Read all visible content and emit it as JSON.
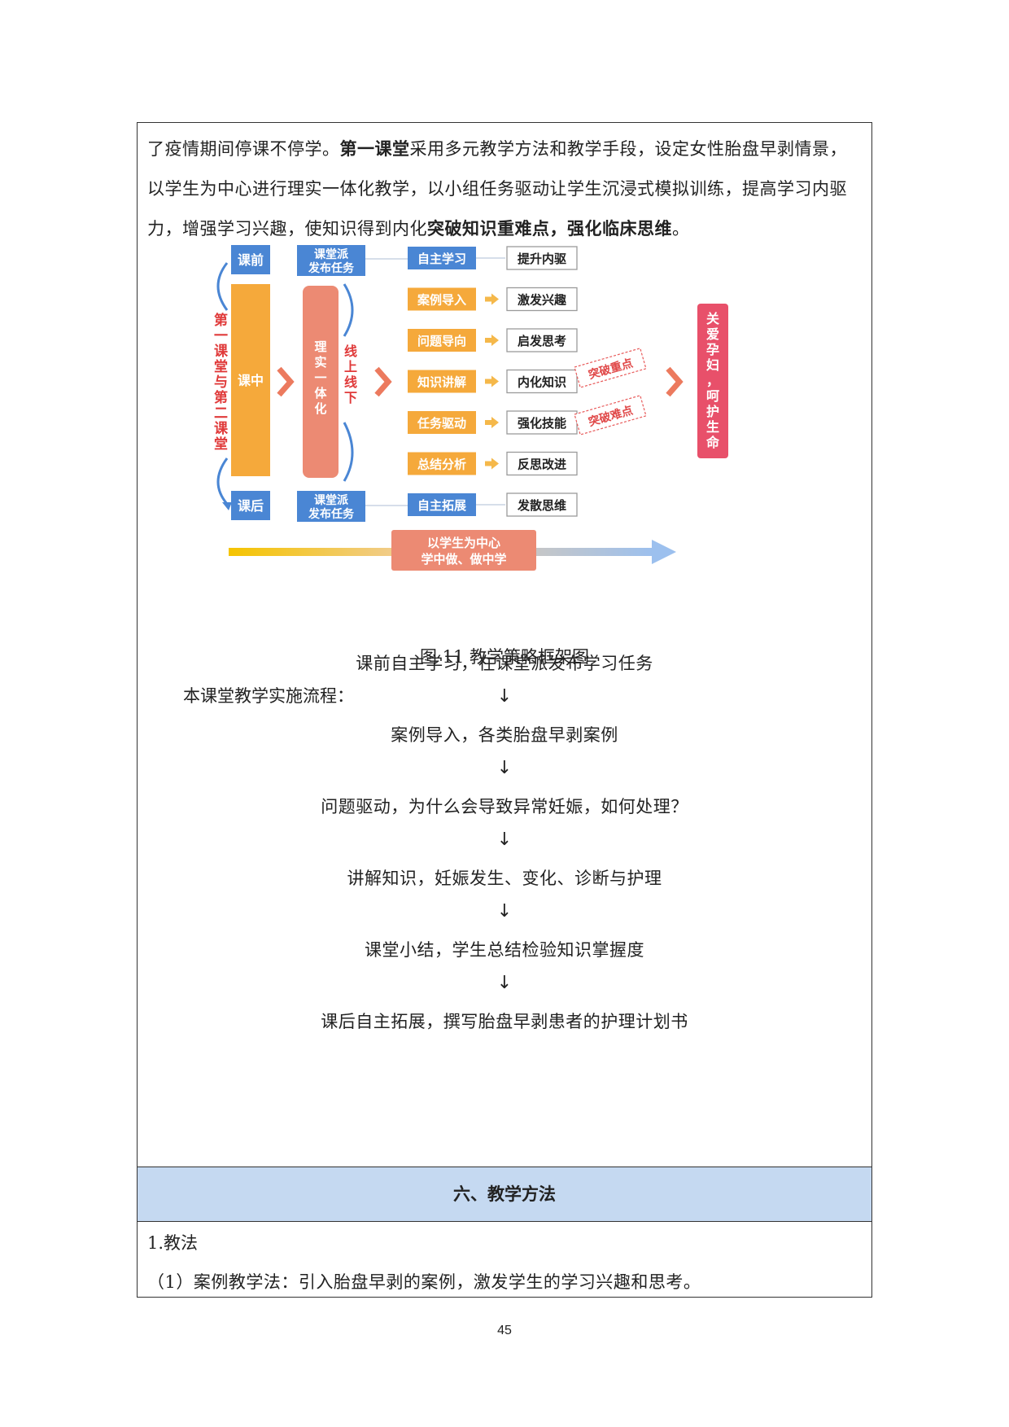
{
  "intro": {
    "seg1": "了疫情期间停课不停学。",
    "bold1": "第一课堂",
    "seg2": "采用多元教学方法和教学手段，设定女性胎盘早剥情景，以学生为中心进行理实一体化教学，以小组任务驱动让学生沉浸式模拟训练，提高学习内驱力，增强学习兴趣，使知识得到内化",
    "bold2": "突破知识重难点，强化临床思维",
    "seg3": "。"
  },
  "diagram": {
    "left_vertical": "第一课堂与第二课堂",
    "before": "课前",
    "during": "课中",
    "after": "课后",
    "platform_before": "课堂派发布任务",
    "platform_after": "课堂派发布任务",
    "integration": "理实一体化",
    "online_offline": "线上线下",
    "steps": [
      "自主学习",
      "案例导入",
      "问题导向",
      "知识讲解",
      "任务驱动",
      "总结分析",
      "自主拓展"
    ],
    "outcomes": [
      "提升内驱",
      "激发兴趣",
      "启发思考",
      "内化知识",
      "强化技能",
      "反思改进",
      "发散思维"
    ],
    "stamp1": "突破重点",
    "stamp2": "突破难点",
    "goal": "关爱孕妇，呵护生命",
    "center": "以学生为中心 学中做、做中学",
    "colors": {
      "blue": "#4a86d4",
      "orange": "#f5a93b",
      "salmon": "#ec8a73",
      "pink": "#e8506a"
    }
  },
  "caption": "图 11  教学策略框架图",
  "flow_intro": "本课堂教学实施流程：",
  "flow_steps": [
    "课前自主学习，在课堂派发布学习任务",
    "案例导入，各类胎盘早剥案例",
    "问题驱动，为什么会导致异常妊娠，如何处理？",
    "讲解知识，妊娠发生、变化、诊断与护理",
    "课堂小结，学生总结检验知识掌握度",
    "课后自主拓展，撰写胎盘早剥患者的护理计划书"
  ],
  "arrow_glyph": "↓",
  "section_title": "六、教学方法",
  "method_title": "1.教法",
  "method_line": "（1）案例教学法：引入胎盘早剥的案例，激发学生的学习兴趣和思考。",
  "page_number": "45"
}
